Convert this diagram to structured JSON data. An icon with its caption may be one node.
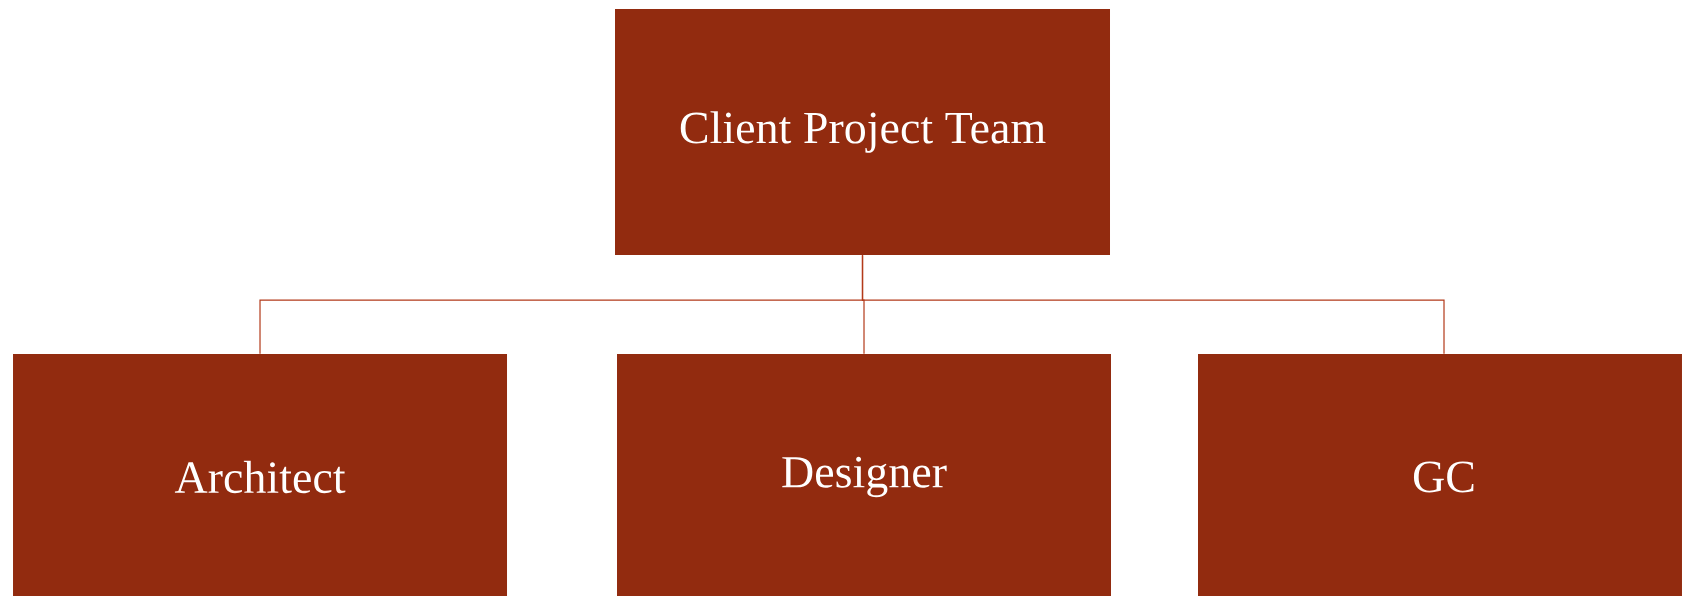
{
  "diagram": {
    "nodes": [
      {
        "text": [
          "Client Project Team"
        ]
      },
      {
        "text": [
          "Architect"
        ]
      },
      {
        "text": [
          "Designer"
        ]
      },
      {
        "text": [
          "GC"
        ]
      }
    ],
    "edges": [
      {
        "from": 0,
        "to": 1,
        "arrow": "none"
      },
      {
        "from": 0,
        "to": 2,
        "arrow": "none"
      },
      {
        "from": 0,
        "to": 3,
        "arrow": "none"
      }
    ]
  }
}
